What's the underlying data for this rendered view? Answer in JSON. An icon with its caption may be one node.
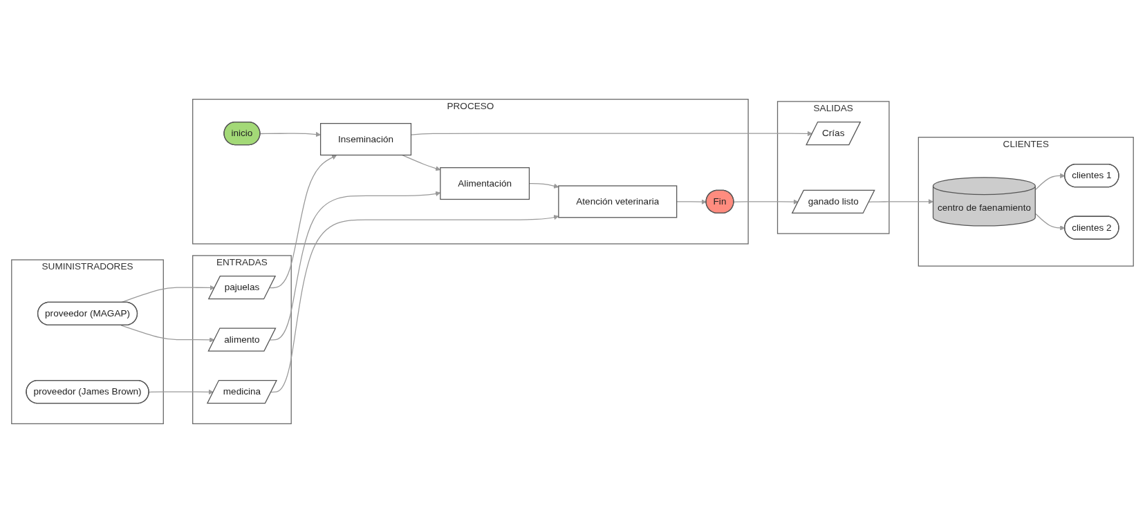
{
  "diagram": {
    "nodes": [
      {
        "text": [
          "SUMINISTRADORES"
        ]
      },
      {
        "text": [
          "proveedor (MAGAP)"
        ],
        "in": 0
      },
      {
        "text": [
          "proveedor (James Brown)"
        ],
        "in": 0
      },
      {
        "text": [
          "ENTRADAS"
        ]
      },
      {
        "text": [
          "pajuelas"
        ],
        "in": 3
      },
      {
        "text": [
          "alimento"
        ],
        "in": 3
      },
      {
        "text": [
          "medicina"
        ],
        "in": 3
      },
      {
        "text": [
          "PROCESO"
        ]
      },
      {
        "text": [
          "inicio"
        ],
        "in": 7
      },
      {
        "text": [
          "Inseminación"
        ],
        "in": 7
      },
      {
        "text": [
          "Alimentación"
        ],
        "in": 7
      },
      {
        "text": [
          "Atención veterinaria"
        ],
        "in": 7
      },
      {
        "text": [
          "Fin"
        ],
        "in": 7
      },
      {
        "text": [
          "SALIDAS"
        ]
      },
      {
        "text": [
          "Crías"
        ],
        "in": 13
      },
      {
        "text": [
          "ganado listo"
        ],
        "in": 13
      },
      {
        "text": [
          "CLIENTES"
        ]
      },
      {
        "text": [
          "clientes 1"
        ],
        "in": 16
      },
      {
        "text": [
          "centro de faenamiento"
        ],
        "in": 16
      },
      {
        "text": [
          "clientes 2"
        ],
        "in": 16
      }
    ],
    "edges": [
      {
        "from": 1,
        "to": 4,
        "arrow": "to"
      },
      {
        "from": 1,
        "to": 5,
        "arrow": "to"
      },
      {
        "from": 2,
        "to": 6,
        "arrow": "to"
      },
      {
        "from": 8,
        "to": 9,
        "arrow": "to"
      },
      {
        "from": 4,
        "to": 9,
        "arrow": "to"
      },
      {
        "from": 9,
        "to": 14,
        "arrow": "to"
      },
      {
        "from": 9,
        "to": 10,
        "arrow": "to"
      },
      {
        "from": 5,
        "to": 10,
        "arrow": "to"
      },
      {
        "from": 10,
        "to": 11,
        "arrow": "to"
      },
      {
        "from": 6,
        "to": 11,
        "arrow": "to"
      },
      {
        "from": 11,
        "to": 12,
        "arrow": "to"
      },
      {
        "from": 12,
        "to": 15,
        "arrow": "to"
      },
      {
        "from": 15,
        "to": 18,
        "arrow": "to"
      },
      {
        "from": 18,
        "to": 17,
        "arrow": "to"
      },
      {
        "from": 18,
        "to": 19,
        "arrow": "to"
      }
    ]
  }
}
